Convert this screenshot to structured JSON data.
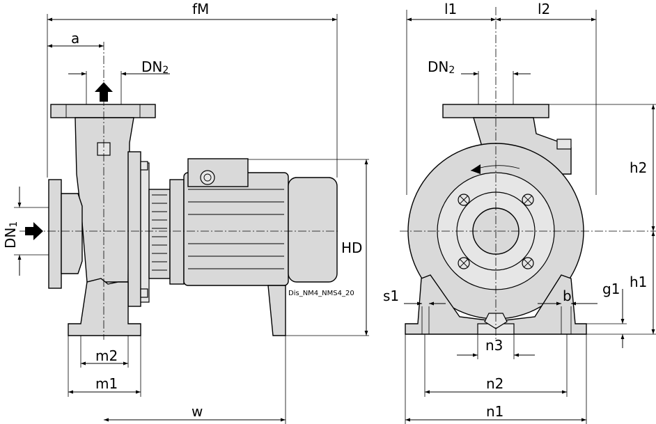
{
  "labels": {
    "fM": "fM",
    "a": "a",
    "DN2_left": "DN",
    "DN2_left_sub": "2",
    "DN1": "DN",
    "DN1_sub": "1",
    "HD": "HD",
    "m2": "m2",
    "m1": "m1",
    "w": "w",
    "drawing_code": "Dis_NM4_NMS4_20",
    "l1": "l1",
    "l2": "l2",
    "DN2_right": "DN",
    "DN2_right_sub": "2",
    "h2": "h2",
    "h1": "h1",
    "g1": "g1",
    "s1": "s1",
    "n3": "n3",
    "b": "b",
    "n2": "n2",
    "n1": "n1"
  },
  "colors": {
    "line": "#000000",
    "fill": "#d9d9d9",
    "background": "#ffffff"
  }
}
